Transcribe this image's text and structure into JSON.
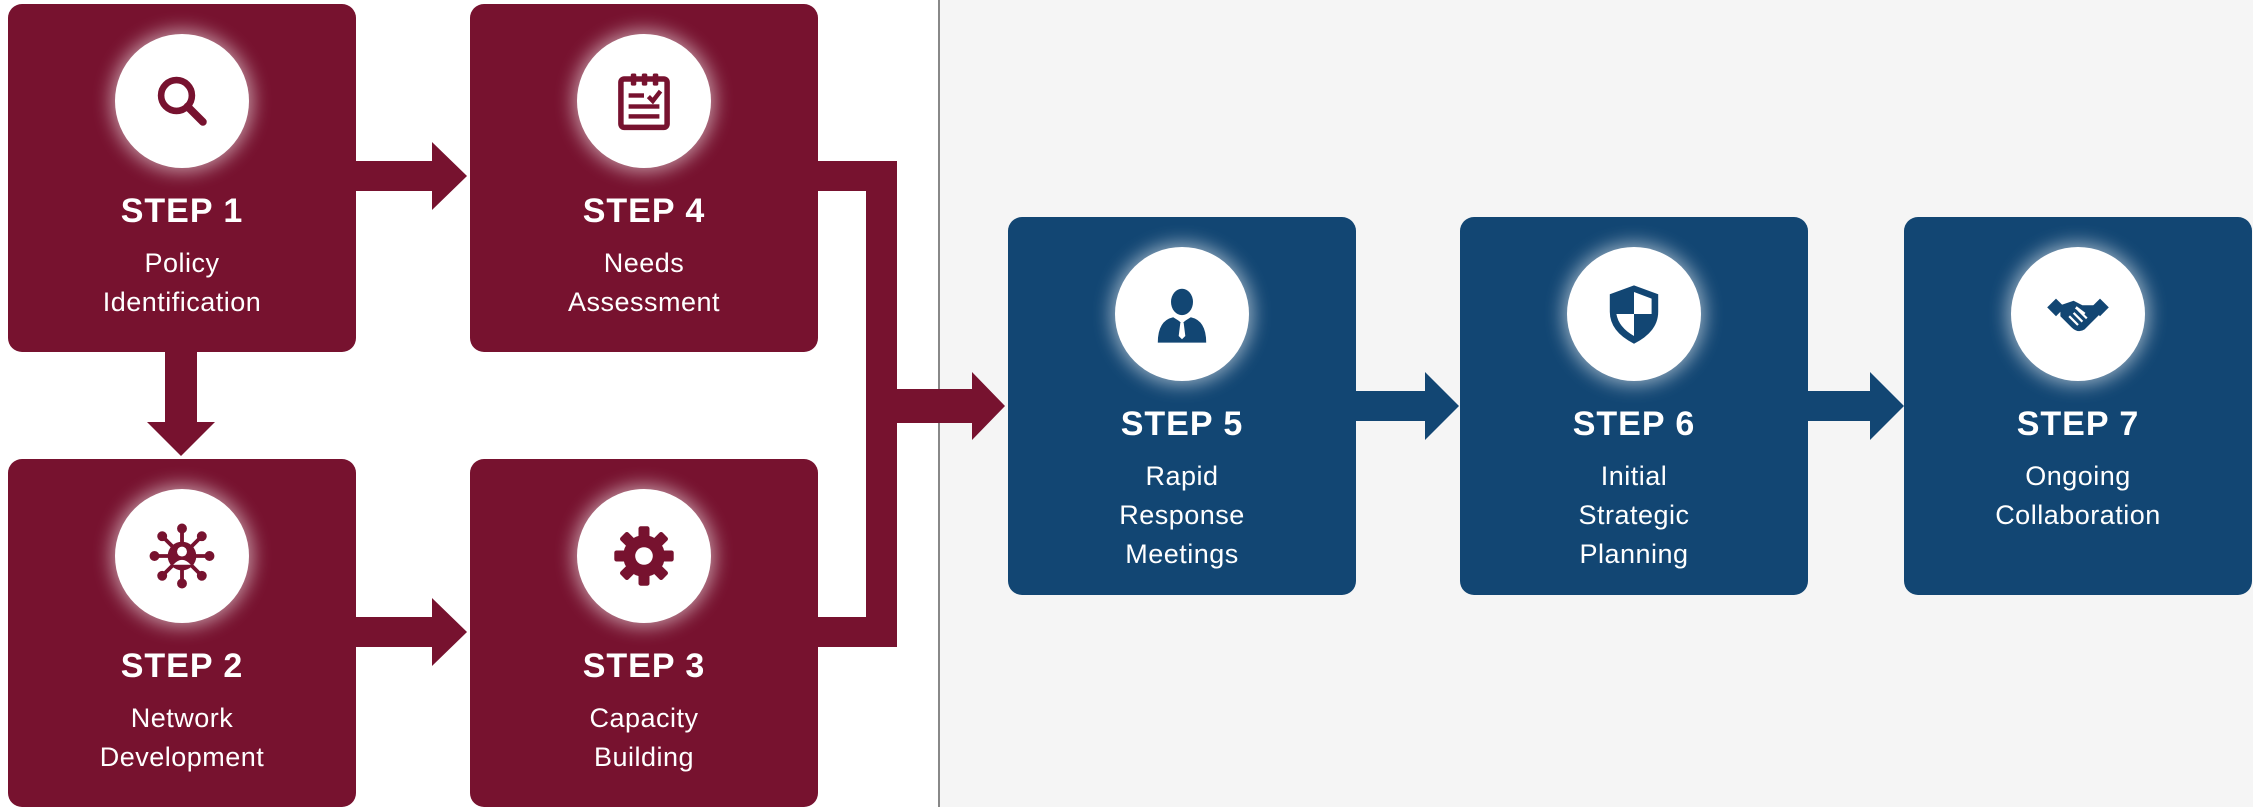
{
  "colors": {
    "phase1": "#77122f",
    "phase2": "#124673",
    "right_background": "#f5f5f5",
    "divider": "#888888"
  },
  "steps": [
    {
      "title": "STEP 1",
      "label_lines": [
        "Policy",
        "Identification"
      ],
      "icon": "search-icon"
    },
    {
      "title": "STEP 2",
      "label_lines": [
        "Network",
        "Development"
      ],
      "icon": "network-icon"
    },
    {
      "title": "STEP 3",
      "label_lines": [
        "Capacity",
        "Building"
      ],
      "icon": "gear-icon"
    },
    {
      "title": "STEP 4",
      "label_lines": [
        "Needs",
        "Assessment"
      ],
      "icon": "clipboard-icon"
    },
    {
      "title": "STEP 5",
      "label_lines": [
        "Rapid",
        "Response",
        "Meetings"
      ],
      "icon": "person-icon"
    },
    {
      "title": "STEP 6",
      "label_lines": [
        "Initial",
        "Strategic",
        "Planning"
      ],
      "icon": "shield-icon"
    },
    {
      "title": "STEP 7",
      "label_lines": [
        "Ongoing",
        "Collaboration"
      ],
      "icon": "handshake-icon"
    }
  ],
  "connections": [
    {
      "from": "STEP 1",
      "to": "STEP 4"
    },
    {
      "from": "STEP 1",
      "to": "STEP 2"
    },
    {
      "from": "STEP 2",
      "to": "STEP 3"
    },
    {
      "from": "STEP 4",
      "to": "STEP 5"
    },
    {
      "from": "STEP 3",
      "to": "STEP 5"
    },
    {
      "from": "STEP 5",
      "to": "STEP 6"
    },
    {
      "from": "STEP 6",
      "to": "STEP 7"
    }
  ]
}
